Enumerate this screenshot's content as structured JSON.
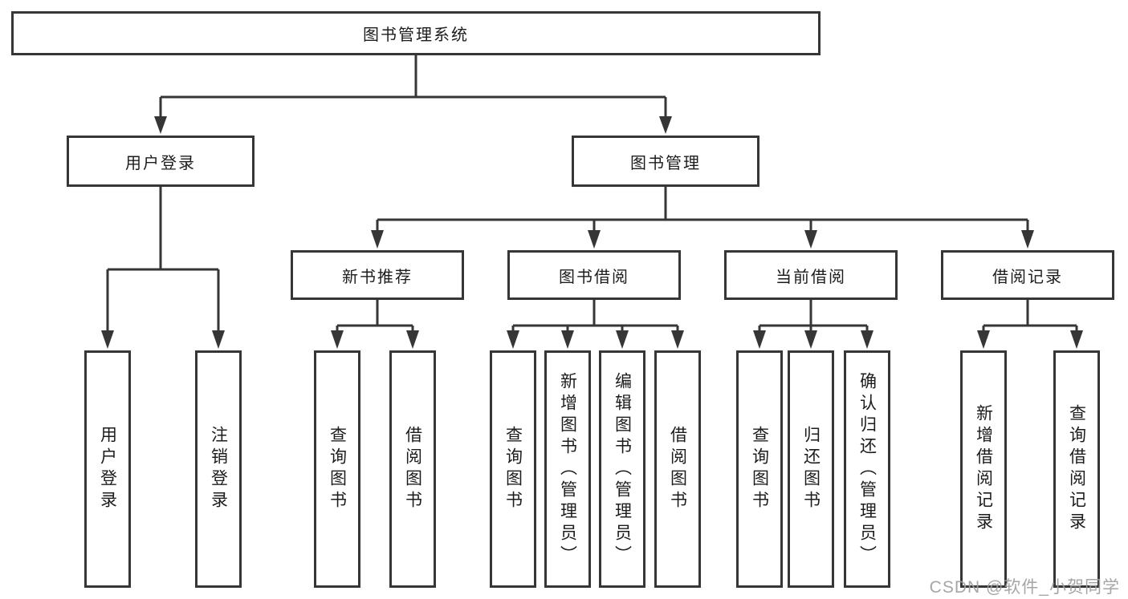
{
  "nodes": {
    "root": {
      "label": "图书管理系统"
    },
    "level1": [
      {
        "label": "用户登录"
      },
      {
        "label": "图书管理"
      }
    ],
    "level2": [
      {
        "label": "新书推荐",
        "parent": "图书管理"
      },
      {
        "label": "图书借阅",
        "parent": "图书管理"
      },
      {
        "label": "当前借阅",
        "parent": "图书管理"
      },
      {
        "label": "借阅记录",
        "parent": "图书管理"
      }
    ],
    "leaves": [
      {
        "label": "用户登录",
        "parent": "用户登录"
      },
      {
        "label": "注销登录",
        "parent": "用户登录"
      },
      {
        "label": "查询图书",
        "parent": "新书推荐"
      },
      {
        "label": "借阅图书",
        "parent": "新书推荐"
      },
      {
        "label": "查询图书",
        "parent": "图书借阅"
      },
      {
        "label": "新增图书（管理员）",
        "parent": "图书借阅"
      },
      {
        "label": "编辑图书（管理员）",
        "parent": "图书借阅"
      },
      {
        "label": "借阅图书",
        "parent": "图书借阅"
      },
      {
        "label": "查询图书",
        "parent": "当前借阅"
      },
      {
        "label": "归还图书",
        "parent": "当前借阅"
      },
      {
        "label": "确认归还（管理员）",
        "parent": "当前借阅"
      },
      {
        "label": "新增借阅记录",
        "parent": "借阅记录"
      },
      {
        "label": "查询借阅记录",
        "parent": "借阅记录"
      }
    ]
  },
  "watermark": "CSDN @软件_小贺同学",
  "colors": {
    "line": "#363636",
    "text": "#1c1c1c",
    "box_background": "#ffffff",
    "watermark": "#9e9e9e",
    "background": "#ffffff"
  }
}
